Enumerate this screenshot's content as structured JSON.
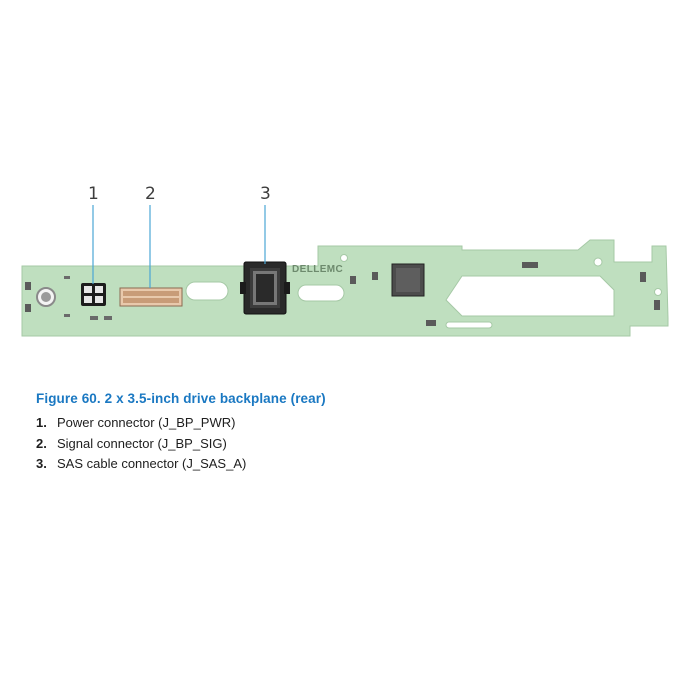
{
  "figure": {
    "callouts": [
      "1",
      "2",
      "3"
    ],
    "board_logo": "DELLEMC",
    "colors": {
      "board": "#bfdfbf",
      "board_edge": "#a9cca9",
      "callout_line": "#4ba6d6"
    }
  },
  "caption": "Figure 60. 2 x 3.5-inch drive backplane (rear)",
  "legend": [
    {
      "num": "1.",
      "text": "Power connector (J_BP_PWR)"
    },
    {
      "num": "2.",
      "text": "Signal connector (J_BP_SIG)"
    },
    {
      "num": "3.",
      "text": "SAS cable connector (J_SAS_A)"
    }
  ]
}
